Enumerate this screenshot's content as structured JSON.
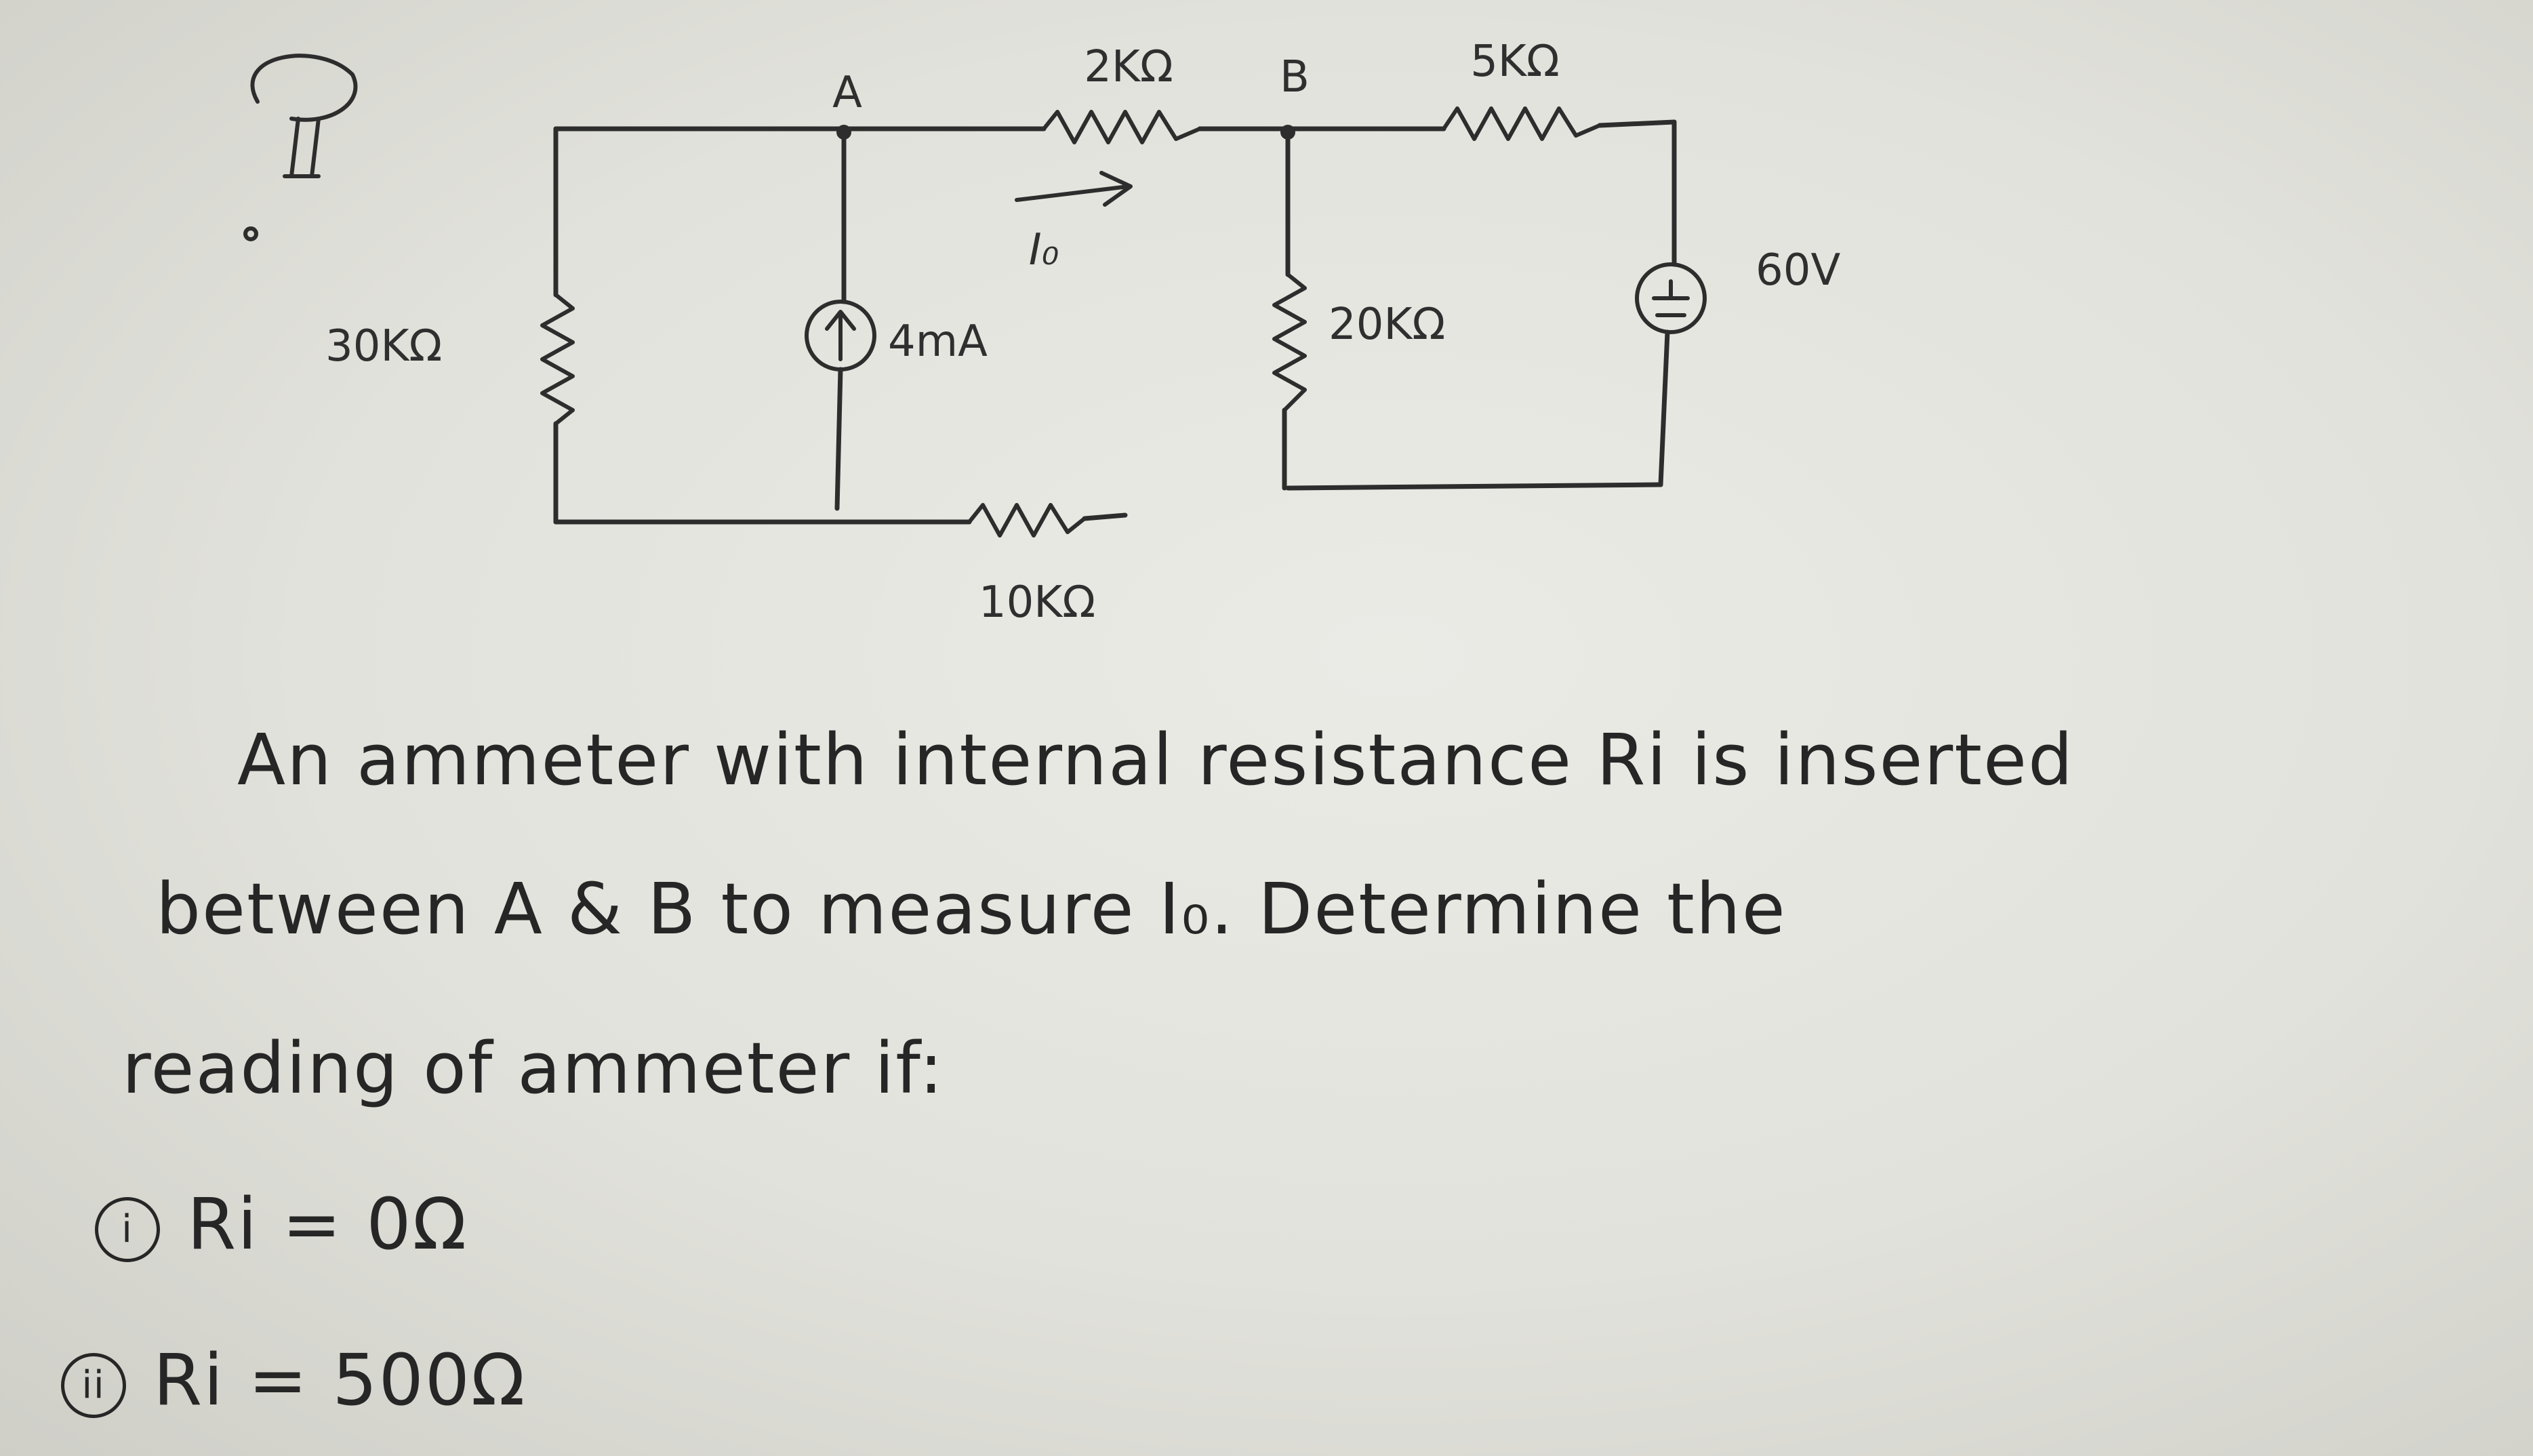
{
  "circuit": {
    "node_a_label": "A",
    "node_b_label": "B",
    "resistor_top_left": "2KΩ",
    "resistor_top_right": "5KΩ",
    "resistor_left": "30KΩ",
    "resistor_middle": "20KΩ",
    "resistor_bottom": "10KΩ",
    "current_source": "4mA",
    "voltage_source": "60V",
    "current_label": "I₀"
  },
  "problem": {
    "line1": "An ammeter with internal resistance Ri is inserted",
    "line2": "between A & B to measure I₀. Determine the",
    "line3": "reading of ammeter if:",
    "case1_marker": "i",
    "case1": "Ri = 0Ω",
    "case2_marker": "ii",
    "case2": "Ri = 500Ω"
  }
}
